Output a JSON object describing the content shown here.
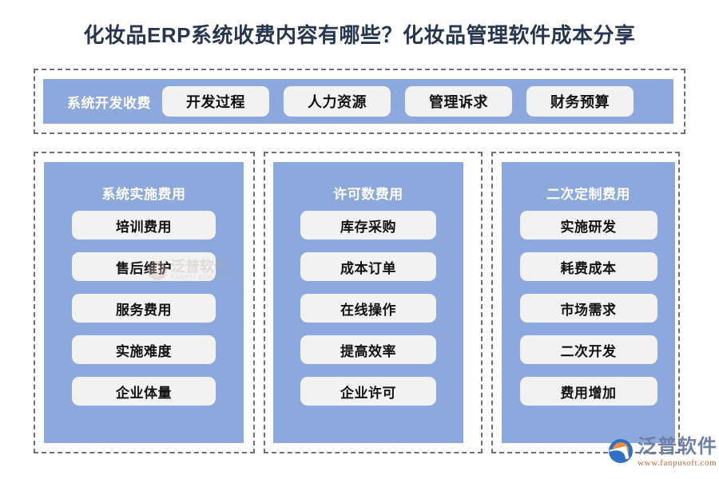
{
  "page": {
    "title": "化妆品ERP系统收费内容有哪些？化妆品管理软件成本分享",
    "colors": {
      "title_text": "#27364F",
      "panel_blue": "#8CA8DD",
      "pill_bg": "#F2F2F2",
      "pill_text": "#111111",
      "dashed_border": "#6F6F6F",
      "logo_blue": "#2F6FC4",
      "logo_orange": "#EF8B3C",
      "logo_text": "#6F7FA6",
      "logo_url_text": "#C16A3A"
    }
  },
  "top_row": {
    "label": "系统开发收费",
    "items": [
      {
        "label": "开发过程"
      },
      {
        "label": "人力资源"
      },
      {
        "label": "管理诉求"
      },
      {
        "label": "财务预算"
      }
    ]
  },
  "columns": [
    {
      "title": "系统实施费用",
      "items": [
        {
          "label": "培训费用"
        },
        {
          "label": "售后维护"
        },
        {
          "label": "服务费用"
        },
        {
          "label": "实施难度"
        },
        {
          "label": "企业体量"
        }
      ]
    },
    {
      "title": "许可数费用",
      "items": [
        {
          "label": "库存采购"
        },
        {
          "label": "成本订单"
        },
        {
          "label": "在线操作"
        },
        {
          "label": "提高效率"
        },
        {
          "label": "企业许可"
        }
      ]
    },
    {
      "title": "二次定制费用",
      "items": [
        {
          "label": "实施研发"
        },
        {
          "label": "耗费成本"
        },
        {
          "label": "市场需求"
        },
        {
          "label": "二次开发"
        },
        {
          "label": "费用增加"
        }
      ]
    }
  ],
  "watermark": {
    "main": "泛普软件",
    "sub": "FANPU SOFTWARE"
  },
  "logo": {
    "main": "泛普软件",
    "url": "www.fanpusoft.com"
  }
}
